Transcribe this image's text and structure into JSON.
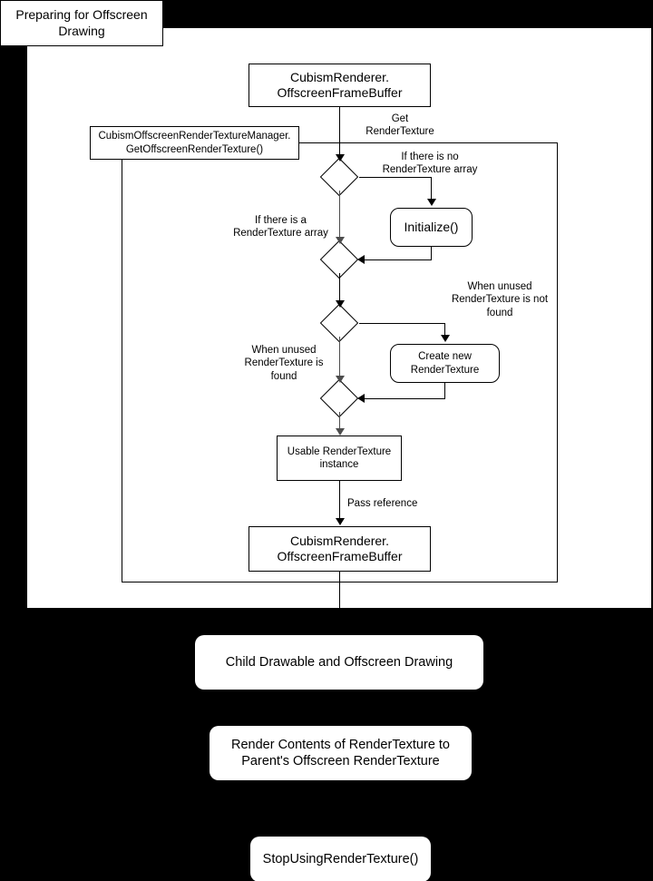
{
  "diagram": {
    "title": "Preparing for Offscreen Drawing",
    "colors": {
      "background": "#000000",
      "panel": "#ffffff",
      "stroke": "#000000",
      "stroke_grey": "#4d4d4d"
    },
    "nodes": {
      "top_frame_buffer": "CubismRenderer.\nOffscreenFrameBuffer",
      "manager": "CubismOffscreenRenderTextureManager.\nGetOffscreenRenderTexture()",
      "initialize": "Initialize()",
      "create_new_render_texture": "Create new\nRenderTexture",
      "usable_instance": "Usable RenderTexture\ninstance",
      "bottom_frame_buffer": "CubismRenderer.\nOffscreenFrameBuffer",
      "child_drawable": "Child Drawable and Offscreen Drawing",
      "render_contents": "Render Contents of RenderTexture to\nParent's Offscreen RenderTexture",
      "stop_using": "StopUsingRenderTexture()"
    },
    "edge_labels": {
      "get_render_texture": "Get\nRenderTexture",
      "if_no_array": "If there is no\nRenderTexture array",
      "if_there_is_array": "If there is a\nRenderTexture array",
      "unused_not_found": "When unused\nRenderTexture is not\nfound",
      "unused_found": "When unused\nRenderTexture is\nfound",
      "pass_reference": "Pass reference"
    }
  }
}
